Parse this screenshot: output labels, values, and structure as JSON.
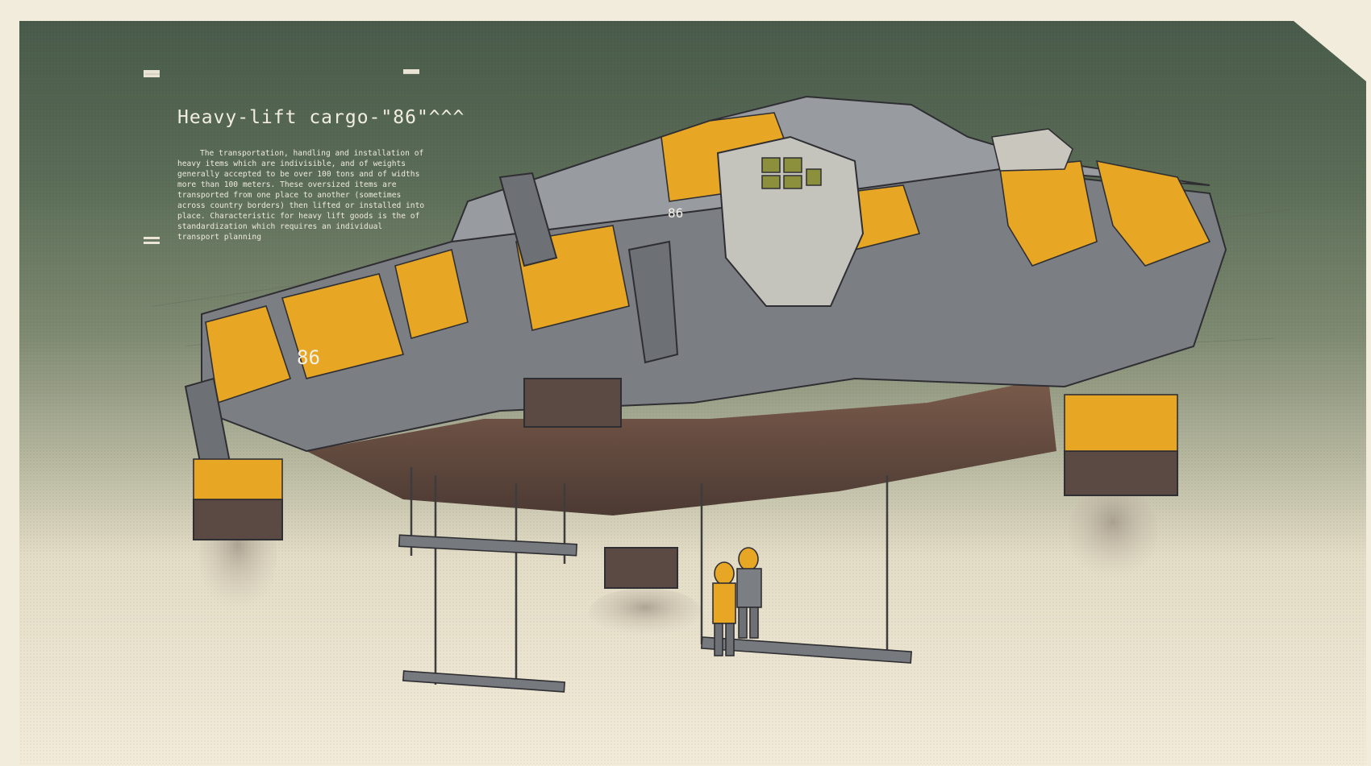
{
  "panel": {
    "title": "Heavy-lift cargo-\"86\"^^^",
    "description": "The transportation, handling and installation of heavy items which are indivisible, and of weights generally accepted to be over 100 tons and of widths more than 100 meters. These oversized items are transported from one place to another (sometimes across country borders) then lifted or installed into place. Characteristic for heavy lift goods is the of standardization which requires an individual transport planning"
  },
  "ship": {
    "hull_marking_left": "86",
    "hull_marking_front": "86"
  },
  "colors": {
    "accent_yellow": "#e7a623",
    "hull_gray": "#7d8084",
    "hull_dark": "#4f5156",
    "underside_brown": "#6e5244",
    "bg_top": "#495b4a",
    "bg_bottom": "#f2ebd9"
  }
}
